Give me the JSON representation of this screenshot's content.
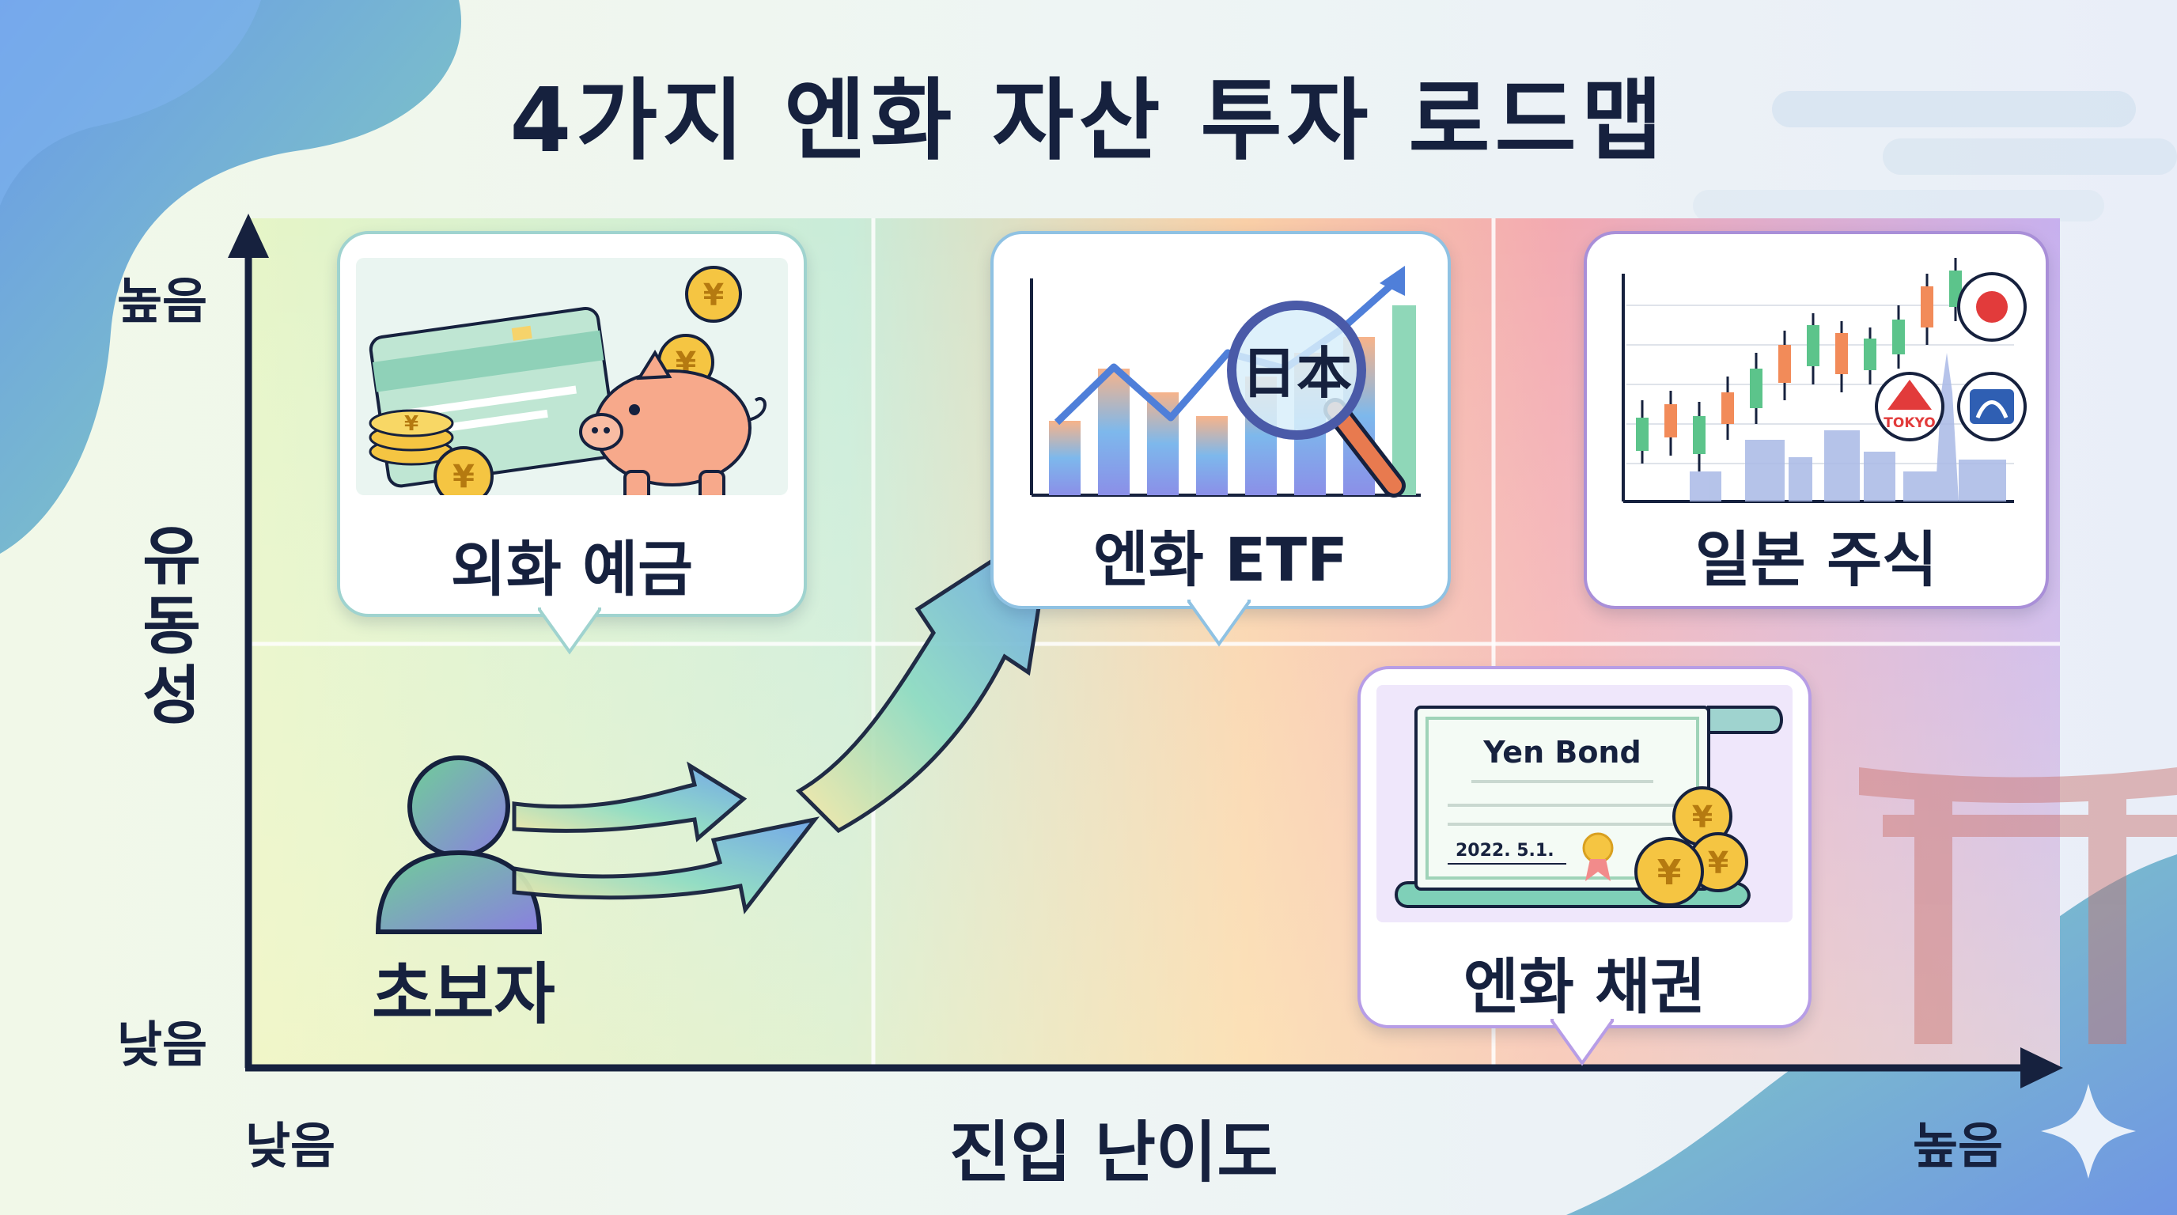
{
  "title": "4가지 엔화 자산 투자 로드맵",
  "axes": {
    "y_title": "유동성",
    "y_high": "높음",
    "y_low": "낮음",
    "x_title": "진입 난이도",
    "x_low": "낮음",
    "x_high": "높음"
  },
  "beginner": "초보자",
  "cards": {
    "deposit": "외화 예금",
    "etf": "엔화 ETF",
    "stocks": "일본 주식",
    "bond": "엔화 채권"
  },
  "illustrations": {
    "yen_symbol": "¥",
    "etf_magnifier_text": "日本",
    "stock_badge": "TOKYO",
    "bond_title": "Yen Bond",
    "bond_date": "2022. 5.1."
  },
  "colors": {
    "text": "#16213e",
    "axis": "#16213e",
    "coin": "#f5c542",
    "piggy": "#f7a98b"
  },
  "icons": [
    "piggy-bank-icon",
    "credit-card-icon",
    "yen-coin-icon",
    "magnifier-icon",
    "candlestick-chart-icon",
    "japan-flag-icon",
    "bond-certificate-icon",
    "person-icon",
    "arrow-icon",
    "torii-gate-icon"
  ]
}
